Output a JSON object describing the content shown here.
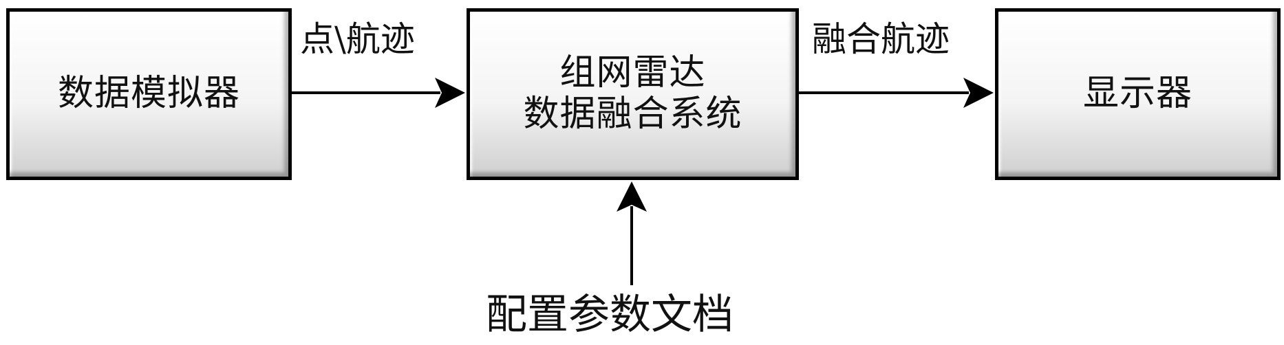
{
  "blocks": {
    "simulator": {
      "lines": [
        "数据模拟器"
      ]
    },
    "fusion_system": {
      "lines": [
        "组网雷达",
        "数据融合系统"
      ]
    },
    "display": {
      "lines": [
        "显示器"
      ]
    }
  },
  "edges": {
    "simulator_to_fusion": {
      "label": "点\\航迹"
    },
    "fusion_to_display": {
      "label": "融合航迹"
    },
    "config_to_fusion": {
      "label": "配置参数文档"
    }
  }
}
